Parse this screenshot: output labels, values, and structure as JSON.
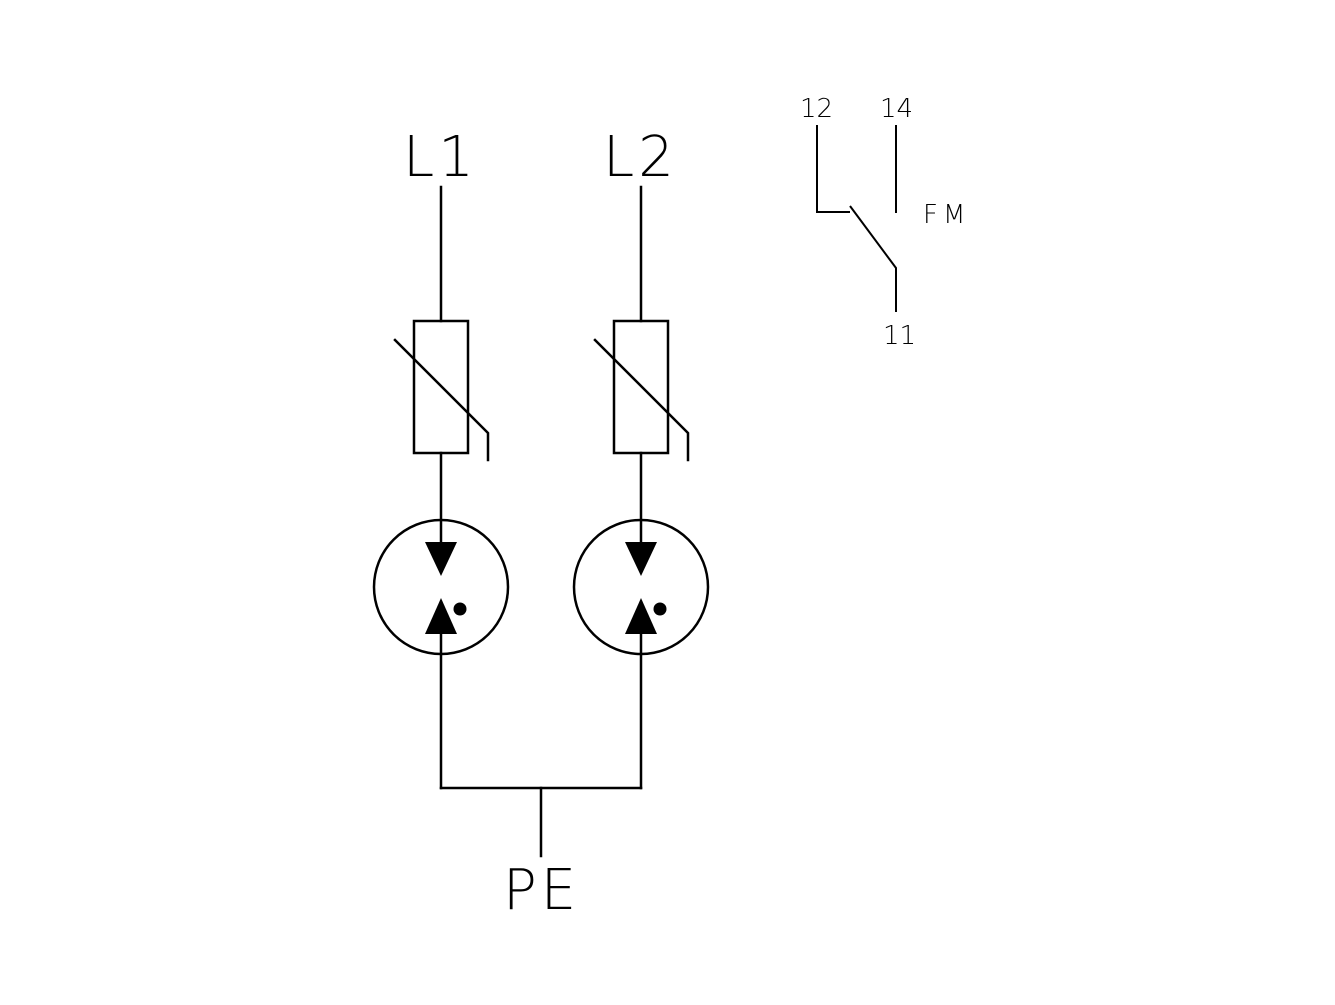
{
  "diagram": {
    "phases": [
      {
        "label": "L1"
      },
      {
        "label": "L2"
      }
    ],
    "ground_label": "PE",
    "contact": {
      "terminal_left": "12",
      "terminal_right": "14",
      "terminal_common": "11",
      "label": "FM"
    }
  },
  "colors": {
    "line": "#000000",
    "background": "#ffffff"
  }
}
